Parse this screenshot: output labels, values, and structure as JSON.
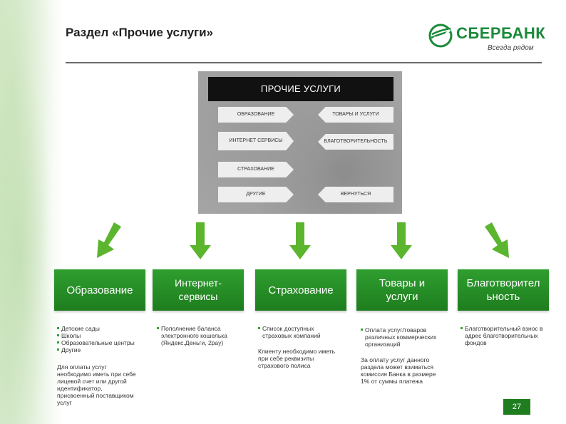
{
  "slide": {
    "title": "Раздел «Прочие услуги»",
    "page_number": "27"
  },
  "logo": {
    "name": "СБЕРБАНК",
    "slogan": "Всегда рядом",
    "color": "#1a8a3a"
  },
  "atm_screen": {
    "header": "ПРОЧИЕ УСЛУГИ",
    "buttons_left": [
      "ОБРАЗОВАНИЕ",
      "ИНТЕРНЕТ СЕРВИСЫ",
      "СТРАХОВАНИЕ",
      "ДРУГИЕ"
    ],
    "buttons_right": [
      "ТОВАРЫ И УСЛУГИ",
      "БЛАГОТВОРИТЕЛЬНОСТЬ",
      "ВЕРНУТЬСЯ"
    ]
  },
  "columns": [
    {
      "title": "Образование",
      "bullets": [
        "Детские сады",
        "Школы",
        "Образовательные центры",
        "Другие"
      ],
      "note": "Для оплаты услуг необходимо иметь при себе лицевой счет или другой идентификатор, присвоенный поставщиком услуг"
    },
    {
      "title": "Интернет-сервисы",
      "bullets": [
        "Пополнение баланса электронного кошелька (Яндекс.Деньги, 2pay)"
      ],
      "note": ""
    },
    {
      "title": "Страхование",
      "bullets": [
        "Список доступных страховых компаний"
      ],
      "note": "Клиенту необходимо иметь при себе реквизиты страхового полиса"
    },
    {
      "title": "Товары и услуги",
      "bullets": [
        "Оплата услуг/товаров различных коммерческих организаций"
      ],
      "note": "За оплату услуг данного раздела может взиматься комиссия Банка в размере 1% от суммы платежа"
    },
    {
      "title": "Благотворительность",
      "bullets": [
        "Благотворительный взнос в адрес благотворительных фондов"
      ],
      "note": ""
    }
  ],
  "colors": {
    "accent": "#1e7d1e",
    "arrow": "#5bb52f"
  }
}
